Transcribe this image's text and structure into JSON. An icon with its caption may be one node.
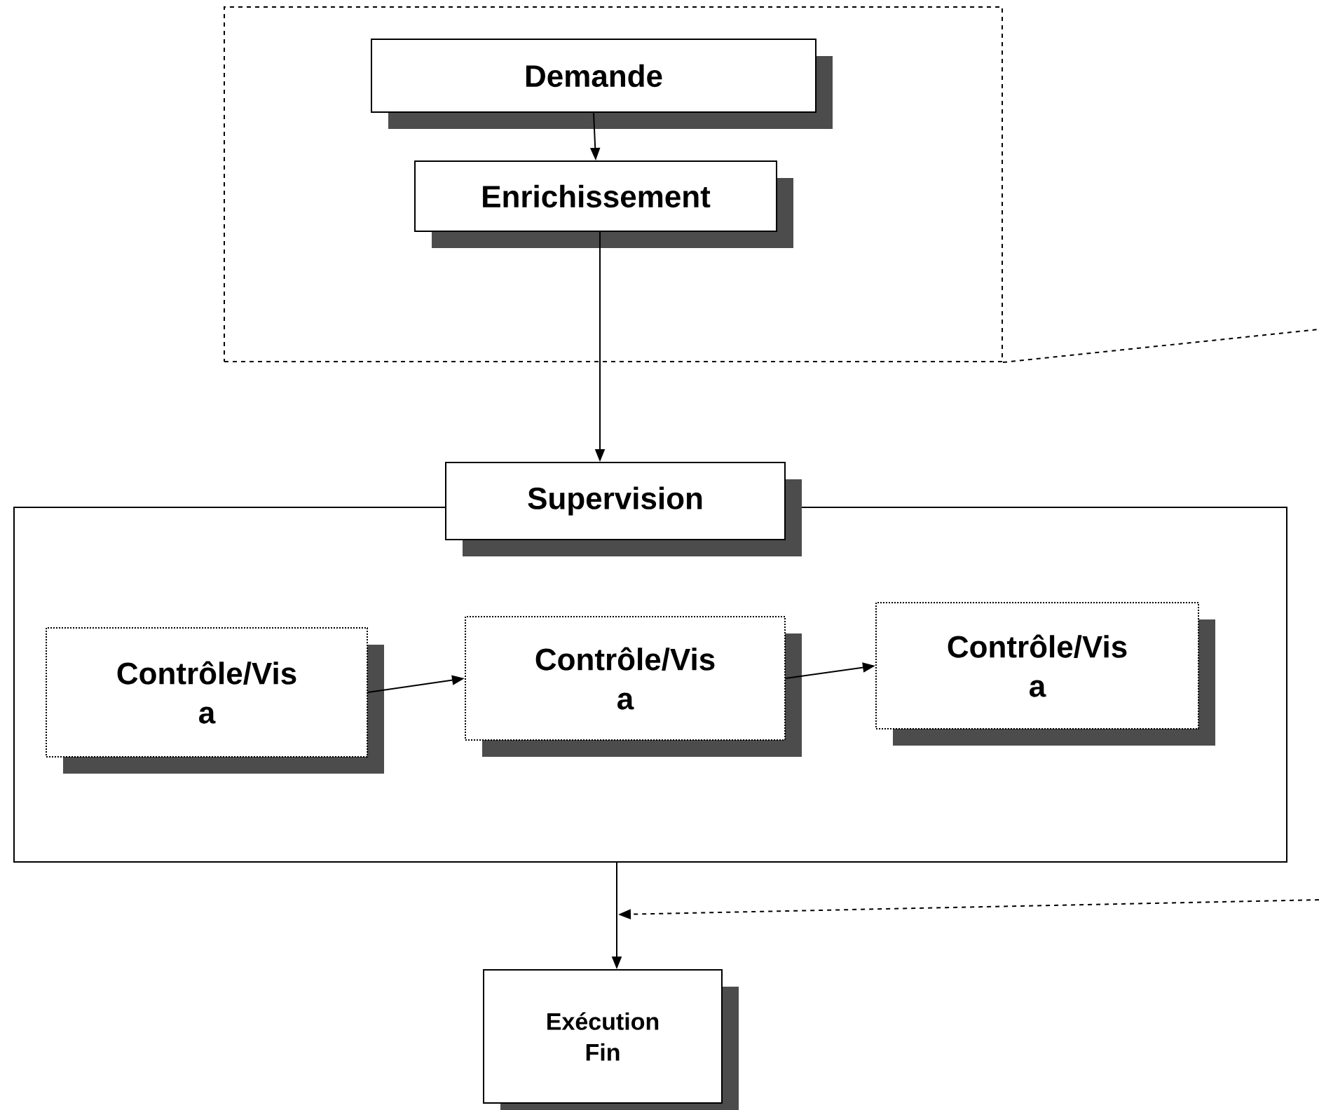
{
  "diagram": {
    "nodes": [
      {
        "text": [],
        "shape": "box"
      },
      {
        "text": [
          "Demande"
        ],
        "in": 0
      },
      {
        "text": [
          "Enrichissement"
        ],
        "in": 0
      },
      {
        "text": [],
        "shape": "box"
      },
      {
        "text": [
          "Supervision"
        ]
      },
      {
        "text": [
          "Contrôle/Vis a"
        ],
        "in": 3
      },
      {
        "text": [
          "Contrôle/Vis a"
        ],
        "in": 3
      },
      {
        "text": [
          "Contrôle/Vis a"
        ],
        "in": 3
      },
      {
        "text": [
          "Exécution Fin"
        ]
      }
    ],
    "edges": [
      {
        "from": 1,
        "to": 2,
        "arrow": "to"
      },
      {
        "from": 2,
        "to": 4,
        "arrow": "to"
      },
      {
        "from": 5,
        "to": 6,
        "arrow": "to"
      },
      {
        "from": 6,
        "to": 7,
        "arrow": "to"
      },
      {
        "from": 3,
        "to": 8,
        "arrow": "to"
      },
      {
        "from": 0,
        "to": null,
        "arrow": "none",
        "style": "dashed"
      },
      {
        "from": null,
        "to": 8,
        "arrow": "to",
        "style": "dashed"
      }
    ]
  }
}
